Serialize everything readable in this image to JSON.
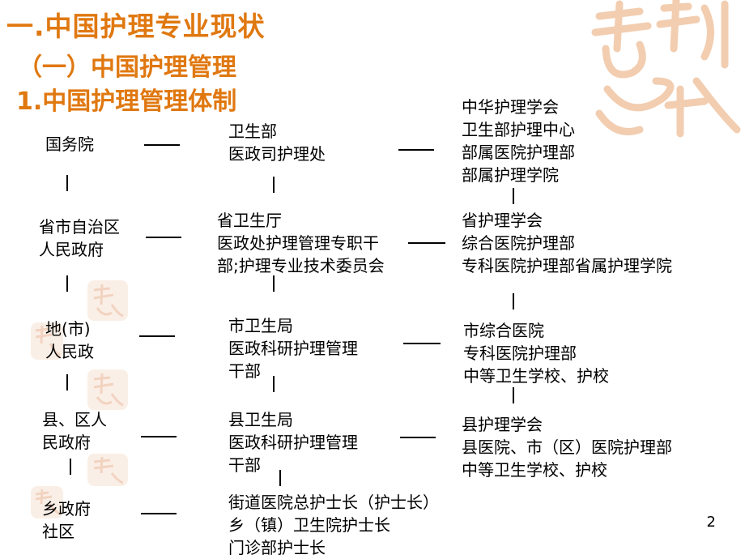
{
  "title": {
    "main": "一.中国护理专业现状",
    "sub": "（一）中国护理管理",
    "section": "1.中国护理管理体制"
  },
  "levels": [
    {
      "gov": [
        "国务院"
      ],
      "health": [
        "卫生部",
        "医政司护理处"
      ],
      "units": [
        "中华护理学会",
        "卫生部护理中心",
        "部属医院护理部",
        "部属护理学院"
      ]
    },
    {
      "gov": [
        "省市自治区",
        "人民政府"
      ],
      "health": [
        "省卫生厅",
        " 医政处护理管理专职干",
        "部;护理专业技术委员会"
      ],
      "units": [
        "省护理学会",
        "综合医院护理部",
        "专科医院护理部省属护理学院"
      ]
    },
    {
      "gov": [
        "地(市)",
        "人民政"
      ],
      "health": [
        "市卫生局",
        "医政科研护理管理",
        "干部"
      ],
      "units": [
        "市综合医院",
        "专科医院护理部",
        "中等卫生学校、护校"
      ]
    },
    {
      "gov": [
        "县、区人",
        "民政府"
      ],
      "health": [
        "县卫生局",
        "医政科研护理管理",
        "干部"
      ],
      "units": [
        "县护理学会",
        "县医院、市（区）医院护理部",
        "中等卫生学校、护校"
      ]
    },
    {
      "gov": [
        "乡政府",
        "社区"
      ],
      "health": [
        "街道医院总护士长（护士长）",
        "乡（镇）卫生院护士长",
        "门诊部护士长"
      ]
    }
  ],
  "page_number": "2",
  "colors": {
    "title": "#e07810",
    "seal": "#e8b090"
  }
}
